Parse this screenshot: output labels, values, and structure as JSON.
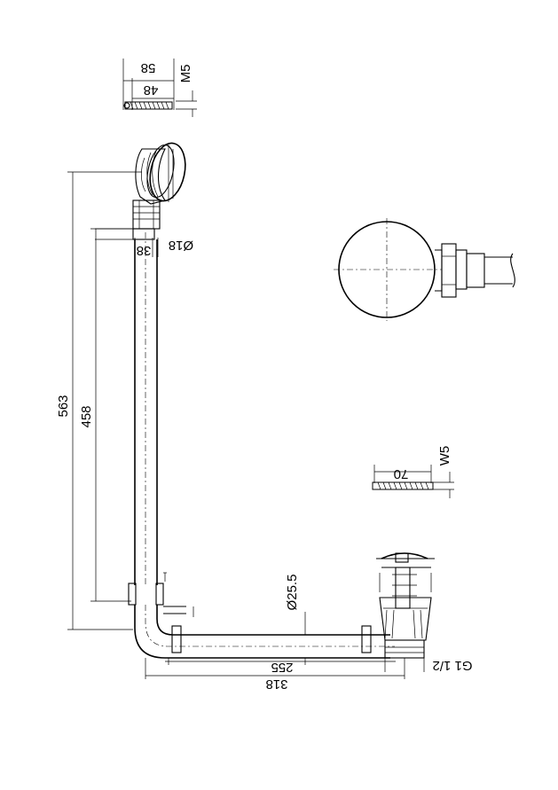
{
  "dimensions": {
    "overall_height": "563",
    "pipe_height": "458",
    "overall_width": "318",
    "pipe_length": "255",
    "pipe_diameter": "Ø25.5",
    "outlet_thread": "G1 1/2",
    "connector_length": "38",
    "connector_diameter": "Ø18",
    "screw1_length": "58",
    "screw1_thread_length": "48",
    "screw1_thread": "M5",
    "screw2_length": "70",
    "screw2_thread": "W5"
  }
}
